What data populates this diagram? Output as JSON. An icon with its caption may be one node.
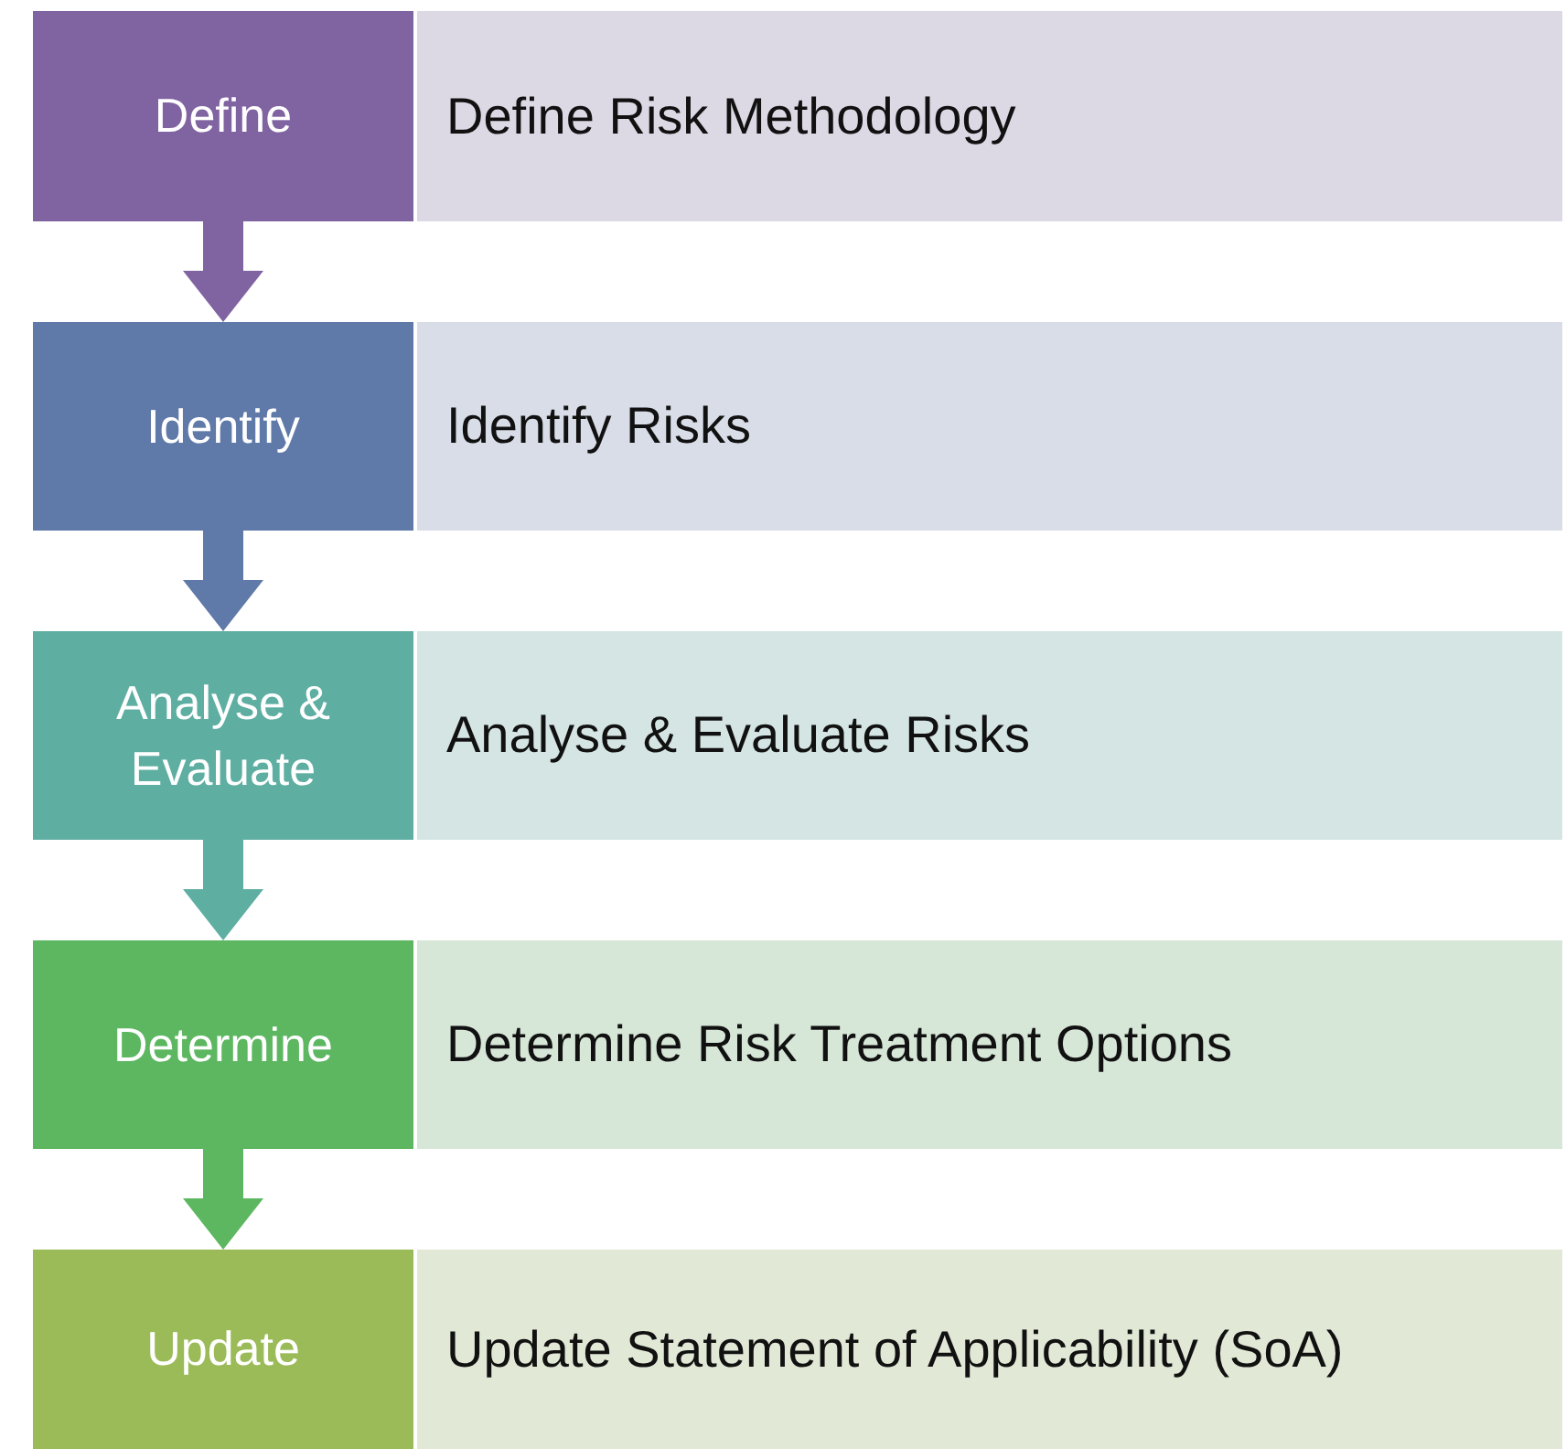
{
  "diagram": {
    "nodes": [
      {
        "text": [
          "Define"
        ]
      },
      {
        "text": [
          "Define Risk Methodology"
        ]
      },
      {
        "text": [
          "Identify"
        ]
      },
      {
        "text": [
          "Identify Risks"
        ]
      },
      {
        "text": [
          "Analyse & Evaluate"
        ]
      },
      {
        "text": [
          "Analyse & Evaluate Risks"
        ]
      },
      {
        "text": [
          "Determine"
        ]
      },
      {
        "text": [
          "Determine Risk Treatment Options"
        ]
      },
      {
        "text": [
          "Update"
        ]
      },
      {
        "text": [
          "Update Statement of Applicability (SoA)"
        ]
      }
    ],
    "edges": [
      {
        "from": 0,
        "to": 2,
        "arrow": "to",
        "color": "#8064a2"
      },
      {
        "from": 2,
        "to": 4,
        "arrow": "to",
        "color": "#5f79a8"
      },
      {
        "from": 4,
        "to": 6,
        "arrow": "to",
        "color": "#5eaea2"
      },
      {
        "from": 6,
        "to": 8,
        "arrow": "to",
        "color": "#5cb760"
      }
    ]
  }
}
